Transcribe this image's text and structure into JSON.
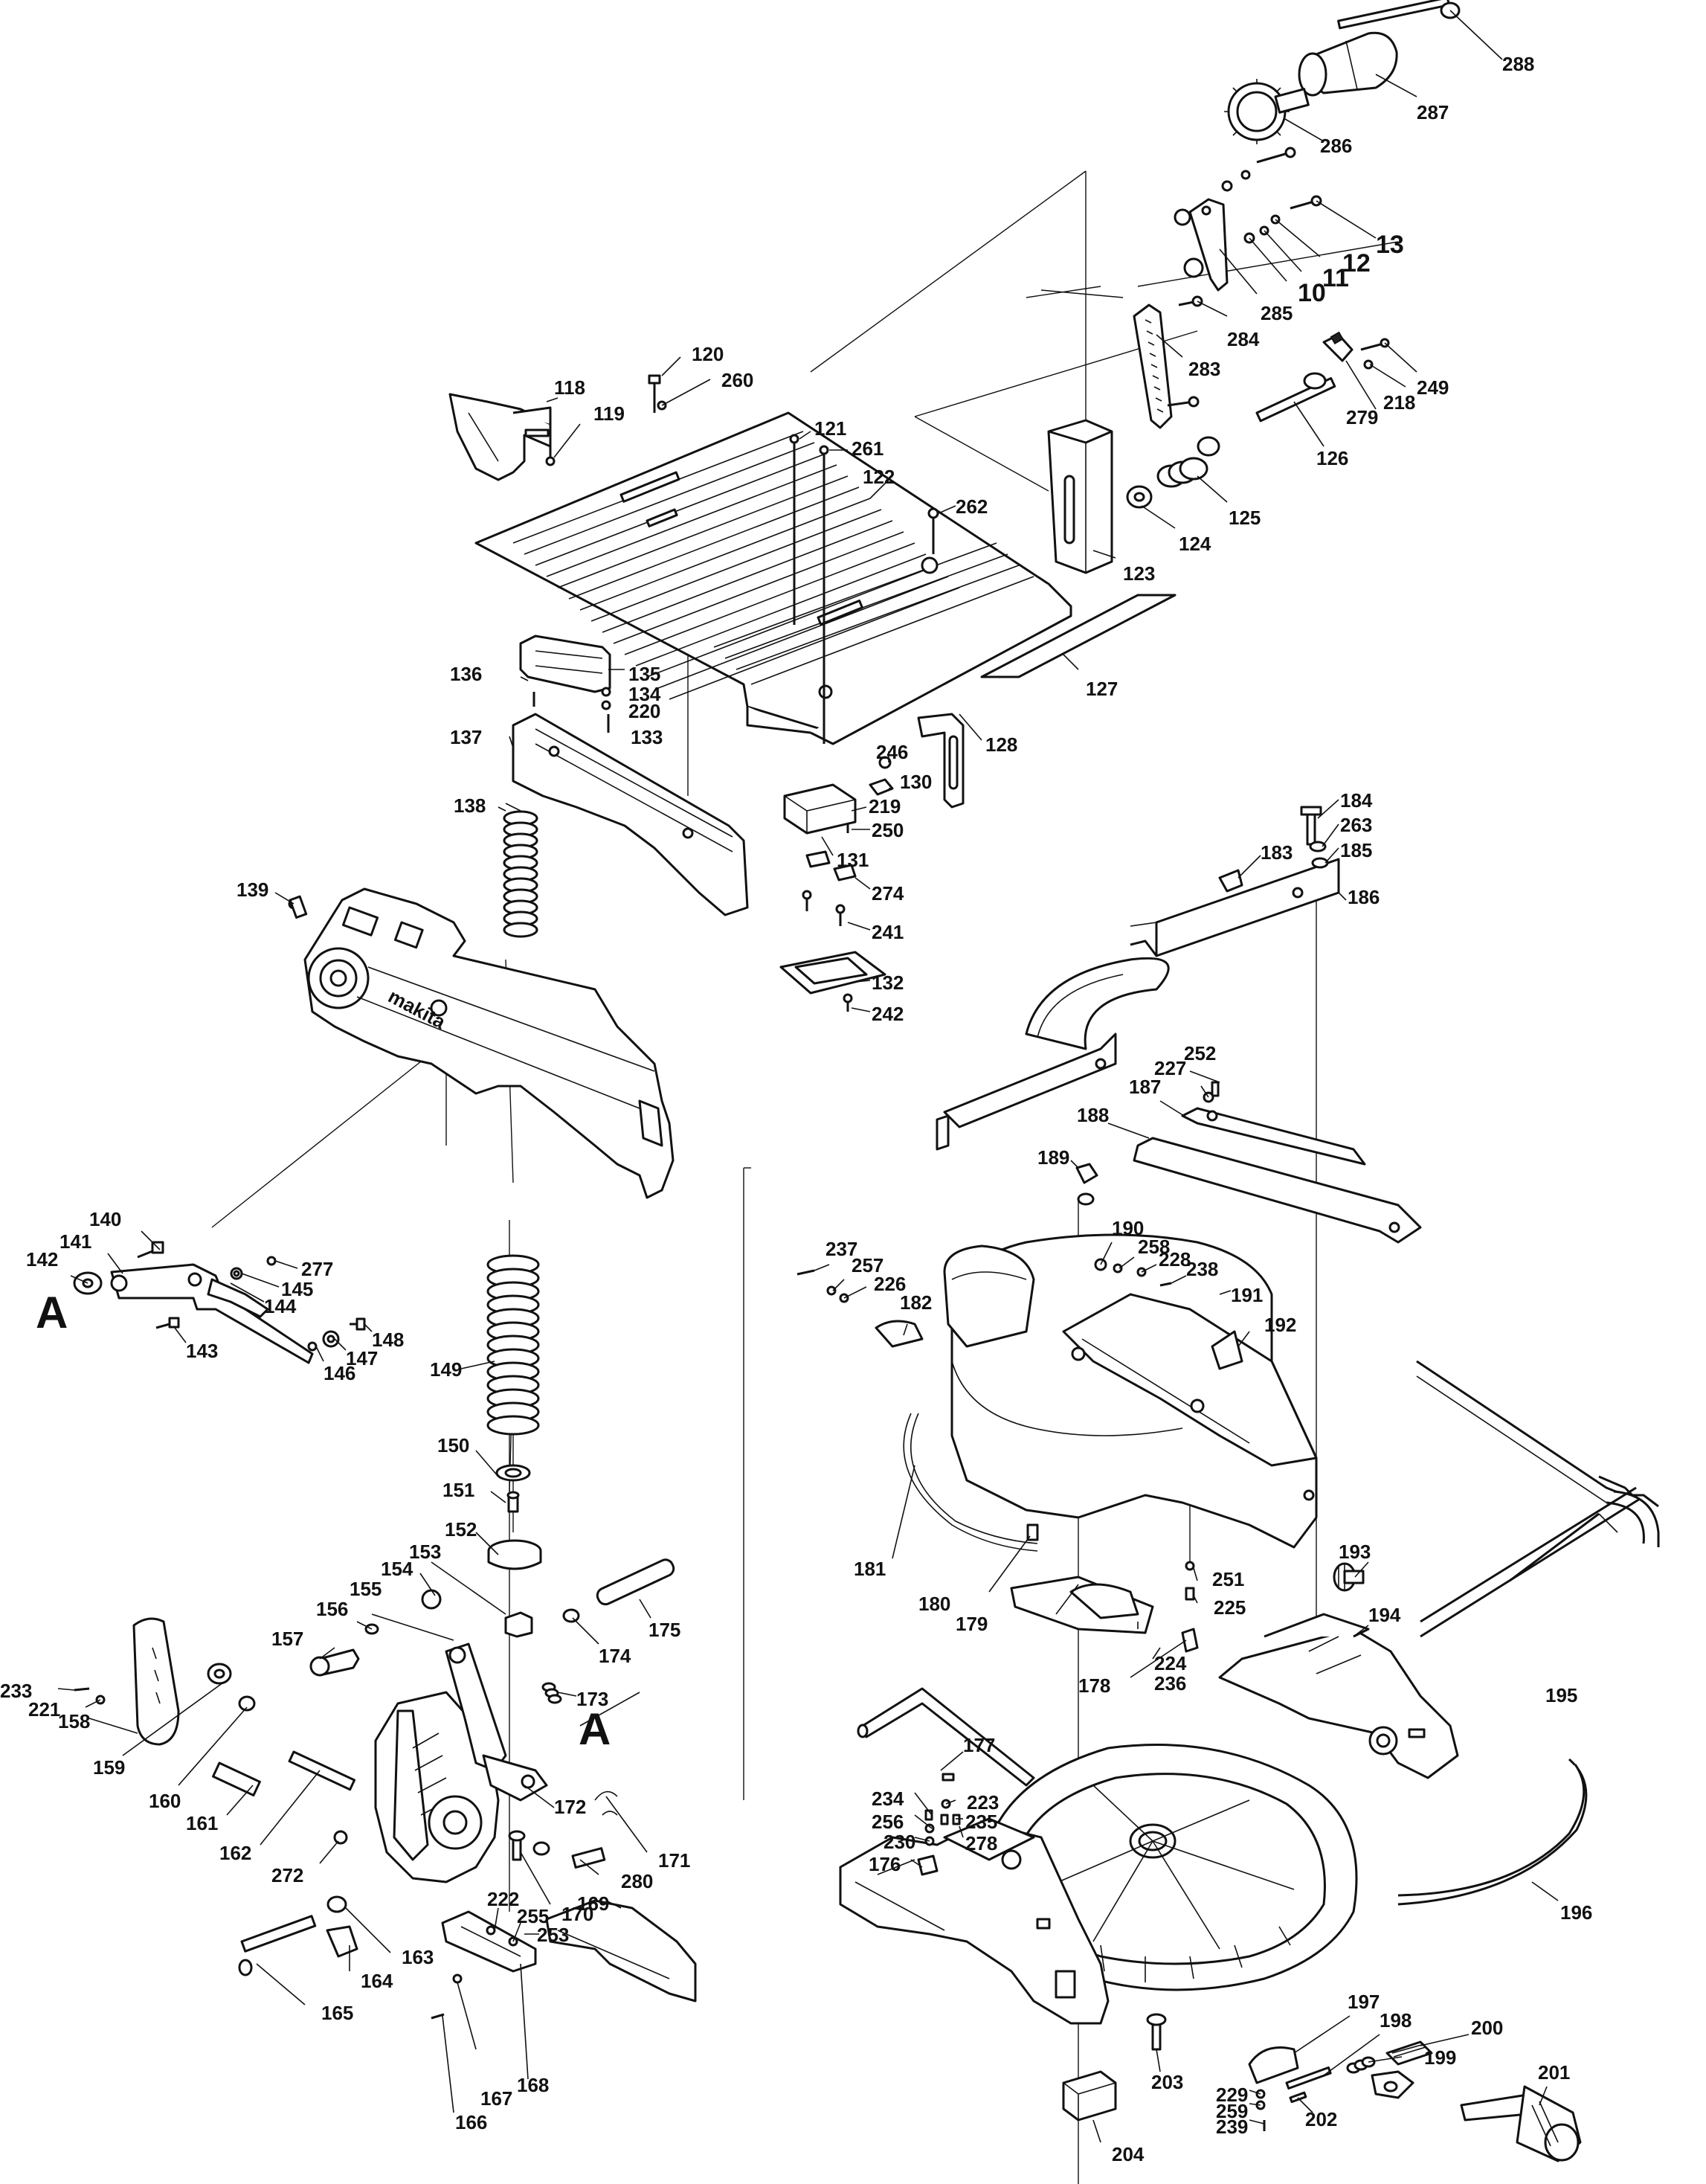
{
  "labels": [
    {
      "id": "288",
      "text": "288"
    },
    {
      "id": "287",
      "text": "287"
    },
    {
      "id": "286",
      "text": "286"
    },
    {
      "id": "13",
      "text": "13"
    },
    {
      "id": "12",
      "text": "12"
    },
    {
      "id": "11",
      "text": "11"
    },
    {
      "id": "10",
      "text": "10"
    },
    {
      "id": "285",
      "text": "285"
    },
    {
      "id": "284",
      "text": "284"
    },
    {
      "id": "283",
      "text": "283"
    },
    {
      "id": "249",
      "text": "249"
    },
    {
      "id": "218",
      "text": "218"
    },
    {
      "id": "279",
      "text": "279"
    },
    {
      "id": "126",
      "text": "126"
    },
    {
      "id": "125",
      "text": "125"
    },
    {
      "id": "124",
      "text": "124"
    },
    {
      "id": "123",
      "text": "123"
    },
    {
      "id": "120",
      "text": "120"
    },
    {
      "id": "260",
      "text": "260"
    },
    {
      "id": "118",
      "text": "118"
    },
    {
      "id": "119",
      "text": "119"
    },
    {
      "id": "121",
      "text": "121"
    },
    {
      "id": "261",
      "text": "261"
    },
    {
      "id": "122",
      "text": "122"
    },
    {
      "id": "262",
      "text": "262"
    },
    {
      "id": "127",
      "text": "127"
    },
    {
      "id": "128",
      "text": "128"
    },
    {
      "id": "136",
      "text": "136"
    },
    {
      "id": "135",
      "text": "135"
    },
    {
      "id": "134",
      "text": "134"
    },
    {
      "id": "220",
      "text": "220"
    },
    {
      "id": "133",
      "text": "133"
    },
    {
      "id": "137",
      "text": "137"
    },
    {
      "id": "246",
      "text": "246"
    },
    {
      "id": "130",
      "text": "130"
    },
    {
      "id": "219",
      "text": "219"
    },
    {
      "id": "250",
      "text": "250"
    },
    {
      "id": "131",
      "text": "131"
    },
    {
      "id": "274",
      "text": "274"
    },
    {
      "id": "241",
      "text": "241"
    },
    {
      "id": "132",
      "text": "132"
    },
    {
      "id": "242",
      "text": "242"
    },
    {
      "id": "138",
      "text": "138"
    },
    {
      "id": "139",
      "text": "139"
    },
    {
      "id": "184",
      "text": "184"
    },
    {
      "id": "263",
      "text": "263"
    },
    {
      "id": "183",
      "text": "183"
    },
    {
      "id": "185",
      "text": "185"
    },
    {
      "id": "186",
      "text": "186"
    },
    {
      "id": "252",
      "text": "252"
    },
    {
      "id": "227",
      "text": "227"
    },
    {
      "id": "187",
      "text": "187"
    },
    {
      "id": "188",
      "text": "188"
    },
    {
      "id": "189",
      "text": "189"
    },
    {
      "id": "140",
      "text": "140"
    },
    {
      "id": "141",
      "text": "141"
    },
    {
      "id": "142",
      "text": "142"
    },
    {
      "id": "277",
      "text": "277"
    },
    {
      "id": "145",
      "text": "145"
    },
    {
      "id": "144",
      "text": "144"
    },
    {
      "id": "143",
      "text": "143"
    },
    {
      "id": "148",
      "text": "148"
    },
    {
      "id": "147",
      "text": "147"
    },
    {
      "id": "146",
      "text": "146"
    },
    {
      "id": "149",
      "text": "149"
    },
    {
      "id": "150",
      "text": "150"
    },
    {
      "id": "151",
      "text": "151"
    },
    {
      "id": "152",
      "text": "152"
    },
    {
      "id": "153",
      "text": "153"
    },
    {
      "id": "154",
      "text": "154"
    },
    {
      "id": "155",
      "text": "155"
    },
    {
      "id": "156",
      "text": "156"
    },
    {
      "id": "157",
      "text": "157"
    },
    {
      "id": "174",
      "text": "174"
    },
    {
      "id": "175",
      "text": "175"
    },
    {
      "id": "173",
      "text": "173"
    },
    {
      "id": "233",
      "text": "233"
    },
    {
      "id": "221",
      "text": "221"
    },
    {
      "id": "158",
      "text": "158"
    },
    {
      "id": "159",
      "text": "159"
    },
    {
      "id": "160",
      "text": "160"
    },
    {
      "id": "161",
      "text": "161"
    },
    {
      "id": "162",
      "text": "162"
    },
    {
      "id": "272",
      "text": "272"
    },
    {
      "id": "172",
      "text": "172"
    },
    {
      "id": "171",
      "text": "171"
    },
    {
      "id": "280",
      "text": "280"
    },
    {
      "id": "170",
      "text": "170"
    },
    {
      "id": "163",
      "text": "163"
    },
    {
      "id": "164",
      "text": "164"
    },
    {
      "id": "165",
      "text": "165"
    },
    {
      "id": "222",
      "text": "222"
    },
    {
      "id": "255",
      "text": "255"
    },
    {
      "id": "253",
      "text": "253"
    },
    {
      "id": "169",
      "text": "169"
    },
    {
      "id": "168",
      "text": "168"
    },
    {
      "id": "167",
      "text": "167"
    },
    {
      "id": "166",
      "text": "166"
    },
    {
      "id": "237",
      "text": "237"
    },
    {
      "id": "257",
      "text": "257"
    },
    {
      "id": "226",
      "text": "226"
    },
    {
      "id": "182",
      "text": "182"
    },
    {
      "id": "190",
      "text": "190"
    },
    {
      "id": "258",
      "text": "258"
    },
    {
      "id": "228",
      "text": "228"
    },
    {
      "id": "238",
      "text": "238"
    },
    {
      "id": "191",
      "text": "191"
    },
    {
      "id": "192",
      "text": "192"
    },
    {
      "id": "181",
      "text": "181"
    },
    {
      "id": "180",
      "text": "180"
    },
    {
      "id": "179",
      "text": "179"
    },
    {
      "id": "251",
      "text": "251"
    },
    {
      "id": "225",
      "text": "225"
    },
    {
      "id": "193",
      "text": "193"
    },
    {
      "id": "178",
      "text": "178"
    },
    {
      "id": "194",
      "text": "194"
    },
    {
      "id": "224",
      "text": "224"
    },
    {
      "id": "236",
      "text": "236"
    },
    {
      "id": "195",
      "text": "195"
    },
    {
      "id": "177",
      "text": "177"
    },
    {
      "id": "234",
      "text": "234"
    },
    {
      "id": "256",
      "text": "256"
    },
    {
      "id": "230",
      "text": "230"
    },
    {
      "id": "223",
      "text": "223"
    },
    {
      "id": "235",
      "text": "235"
    },
    {
      "id": "278",
      "text": "278"
    },
    {
      "id": "176",
      "text": "176"
    },
    {
      "id": "196",
      "text": "196"
    },
    {
      "id": "197",
      "text": "197"
    },
    {
      "id": "198",
      "text": "198"
    },
    {
      "id": "199",
      "text": "199"
    },
    {
      "id": "200",
      "text": "200"
    },
    {
      "id": "201",
      "text": "201"
    },
    {
      "id": "229",
      "text": "229"
    },
    {
      "id": "259",
      "text": "259"
    },
    {
      "id": "239",
      "text": "239"
    },
    {
      "id": "202",
      "text": "202"
    },
    {
      "id": "203",
      "text": "203"
    },
    {
      "id": "204",
      "text": "204"
    }
  ],
  "markers": {
    "a_left": "A",
    "a_mid": "A"
  },
  "brand": {
    "logo": "makita"
  }
}
